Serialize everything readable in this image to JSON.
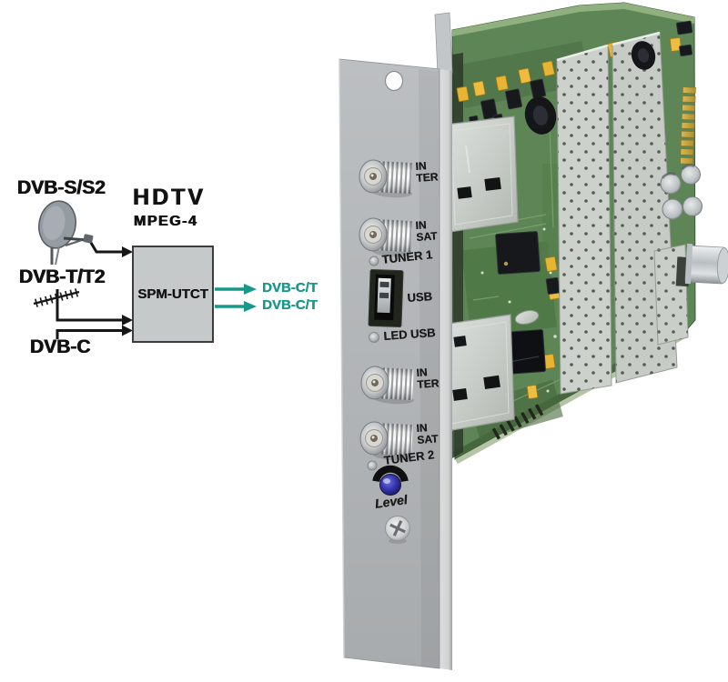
{
  "diagram": {
    "title": "HDTV",
    "subtitle": "MPEG-4",
    "box_label": "SPM-UTCT",
    "inputs": [
      {
        "label": "DVB-S/S2",
        "icon": "satellite-dish-icon"
      },
      {
        "label": "DVB-T/T2",
        "icon": "terrestrial-antenna-icon"
      },
      {
        "label": "DVB-C"
      }
    ],
    "outputs": [
      {
        "label": "DVB-C/T"
      },
      {
        "label": "DVB-C/T"
      }
    ]
  },
  "module": {
    "panel_labels": {
      "connector1": {
        "l1": "IN",
        "l2": "TER"
      },
      "connector2": {
        "l1": "IN",
        "l2": "SAT"
      },
      "tuner1": "TUNER 1",
      "usb": "USB",
      "led_usb": "LED USB",
      "connector3": {
        "l1": "IN",
        "l2": "TER"
      },
      "connector4": {
        "l1": "IN",
        "l2": "SAT"
      },
      "tuner2": "TUNER 2",
      "level": "Level"
    }
  },
  "colors": {
    "accent_teal": "#17988a",
    "panel_gray": "#b3b6b8",
    "pcb_green": "#5d8556",
    "diagram_box_gray": "#c6c9ca"
  },
  "icons": {
    "satellite-dish-icon": "parabolic dish with LNB arm and mast",
    "terrestrial-antenna-icon": "slanted yagi boom with cross ticks",
    "input-arrow-icon": "black right arrow",
    "output-arrow-icon": "teal right arrow"
  }
}
